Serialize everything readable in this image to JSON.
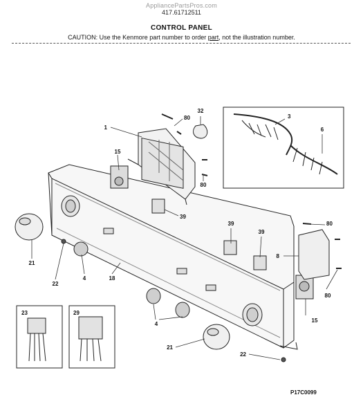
{
  "header": {
    "site": "AppliancePartsPros.com",
    "model": "417.61712511",
    "title": "CONTROL PANEL",
    "caution_prefix": "CAUTION: Use the Kenmore part number to order ",
    "caution_link": "part",
    "caution_suffix": ", not the illustration number."
  },
  "diagram_code": "P17C0099",
  "callouts": {
    "c1": "1",
    "c3": "3",
    "c4a": "4",
    "c4b": "4",
    "c6": "6",
    "c8": "8",
    "c15a": "15",
    "c15b": "15",
    "c18": "18",
    "c21a": "21",
    "c21b": "21",
    "c22a": "22",
    "c22b": "22",
    "c23": "23",
    "c29": "29",
    "c32": "32",
    "c39a": "39",
    "c39b": "39",
    "c39c": "39",
    "c80a": "80",
    "c80b": "80",
    "c80c": "80",
    "c80d": "80"
  },
  "colors": {
    "line": "#222222",
    "shade": "#dddddd",
    "light": "#f4f4f4"
  }
}
